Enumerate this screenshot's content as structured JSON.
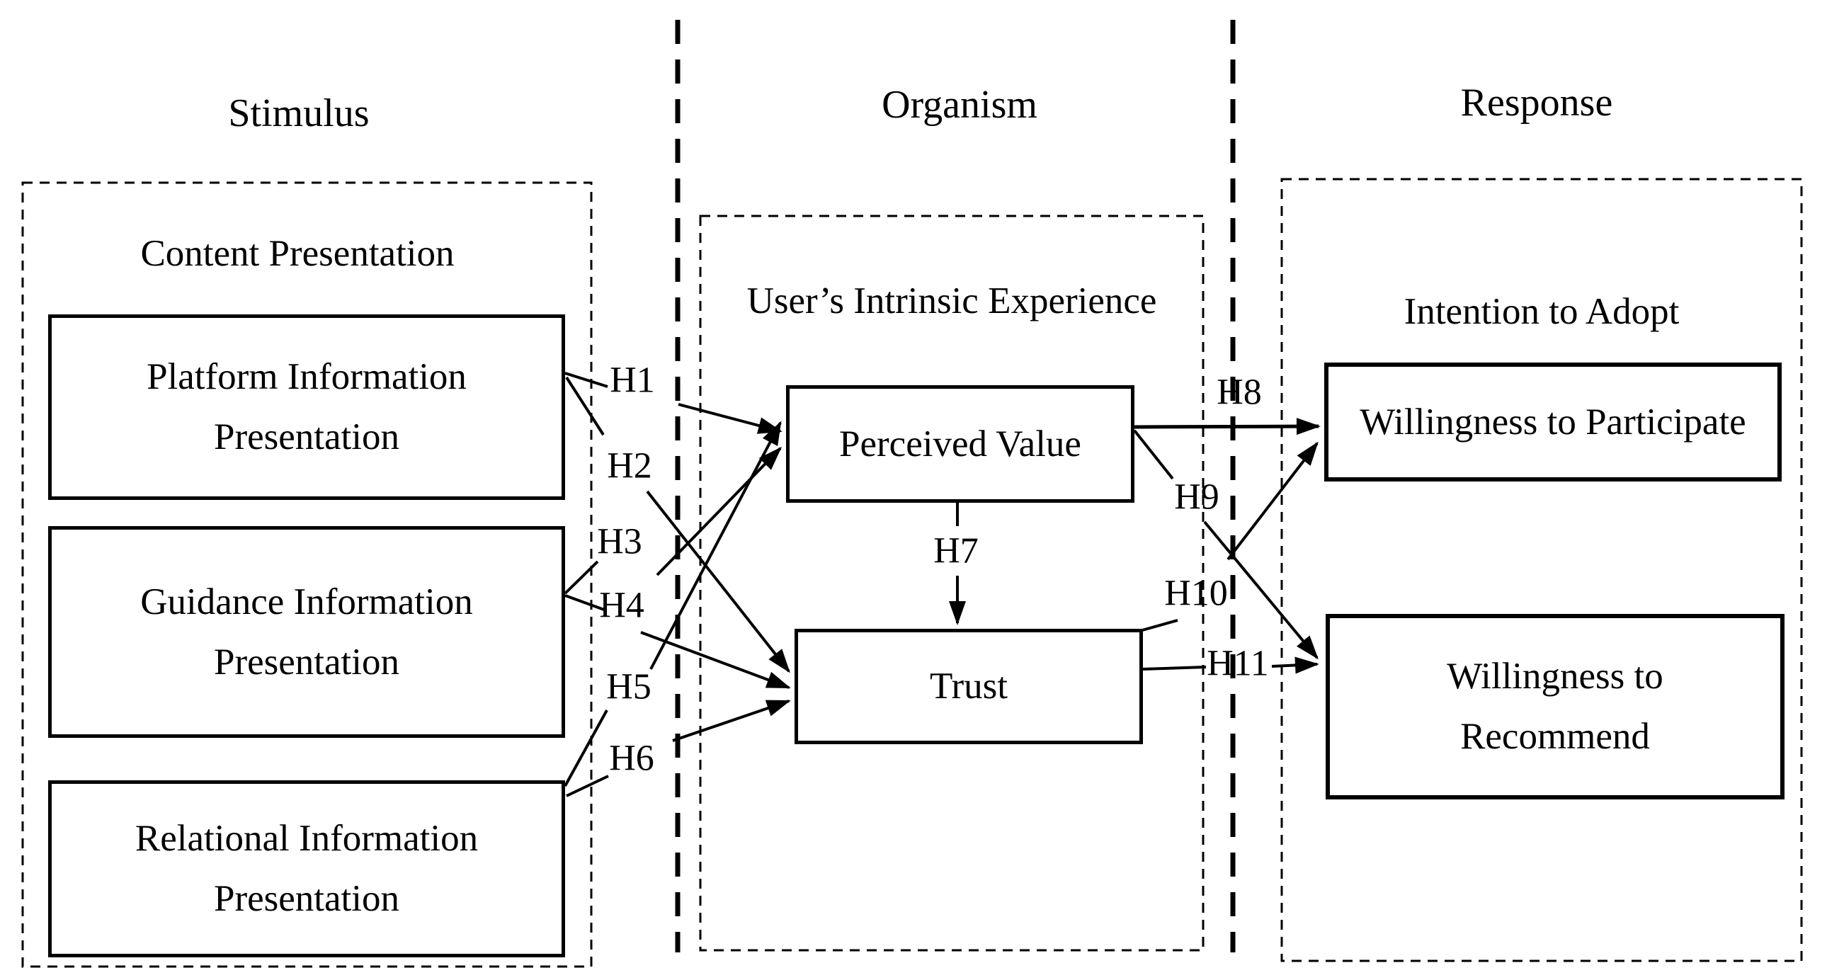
{
  "headers": {
    "stimulus": "Stimulus",
    "organism": "Organism",
    "response": "Response"
  },
  "groups": {
    "content_presentation": "Content Presentation",
    "users_intrinsic_experience": "User’s Intrinsic Experience",
    "intention_to_adopt": "Intention to Adopt"
  },
  "boxes": {
    "platform": [
      "Platform Information",
      "Presentation"
    ],
    "guidance": [
      "Guidance Information",
      "Presentation"
    ],
    "relational": [
      "Relational Information",
      "Presentation"
    ],
    "perceived_value": "Perceived Value",
    "trust": "Trust",
    "willingness_to_participate": "Willingness to Participate",
    "willingness_to_recommend": [
      "Willingness to",
      "Recommend"
    ]
  },
  "hypotheses": {
    "h1": "H1",
    "h2": "H2",
    "h3": "H3",
    "h4": "H4",
    "h5": "H5",
    "h6": "H6",
    "h7": "H7",
    "h8": "H8",
    "h9": "H9",
    "h10": "H10",
    "h11": "H11"
  },
  "colors": {
    "ink": "#000000",
    "paper": "#ffffff"
  }
}
